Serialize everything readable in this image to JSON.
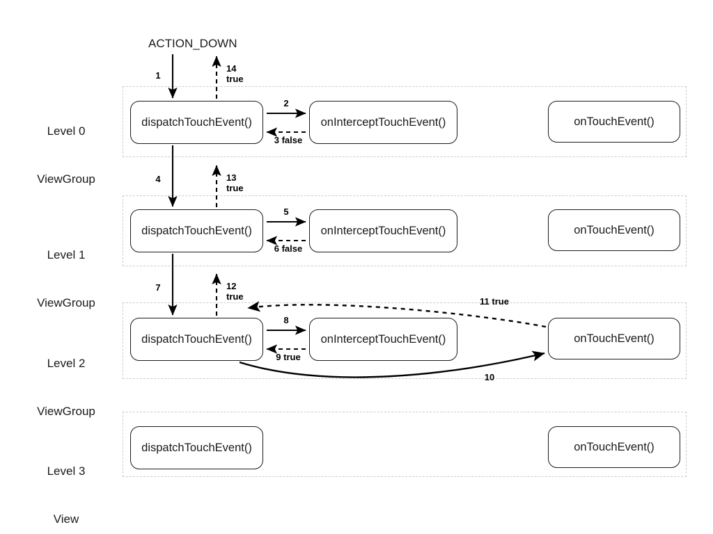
{
  "diagram": {
    "title_caption": "ACTION_DOWN",
    "background": "#ffffff",
    "stroke_color": "#1a1a1a",
    "band_color": "#cccccc",
    "levels": [
      {
        "id": "level-0",
        "label_line1": "Level 0",
        "label_line2": "ViewGroup",
        "nodes": [
          {
            "id": "l0-dispatch",
            "label": "dispatchTouchEvent()"
          },
          {
            "id": "l0-intercept",
            "label": "onInterceptTouchEvent()"
          },
          {
            "id": "l0-ontouch",
            "label": "onTouchEvent()"
          }
        ]
      },
      {
        "id": "level-1",
        "label_line1": "Level 1",
        "label_line2": "ViewGroup",
        "nodes": [
          {
            "id": "l1-dispatch",
            "label": "dispatchTouchEvent()"
          },
          {
            "id": "l1-intercept",
            "label": "onInterceptTouchEvent()"
          },
          {
            "id": "l1-ontouch",
            "label": "onTouchEvent()"
          }
        ]
      },
      {
        "id": "level-2",
        "label_line1": "Level 2",
        "label_line2": "ViewGroup",
        "nodes": [
          {
            "id": "l2-dispatch",
            "label": "dispatchTouchEvent()"
          },
          {
            "id": "l2-intercept",
            "label": "onInterceptTouchEvent()"
          },
          {
            "id": "l2-ontouch",
            "label": "onTouchEvent()"
          }
        ]
      },
      {
        "id": "level-3",
        "label_line1": "Level 3",
        "label_line2": "View",
        "nodes": [
          {
            "id": "l3-dispatch",
            "label": "dispatchTouchEvent()"
          },
          {
            "id": "l3-ontouch",
            "label": "onTouchEvent()"
          }
        ]
      }
    ],
    "edges": [
      {
        "id": "edge-1",
        "number": "1",
        "result": "",
        "style": "solid",
        "label": "1"
      },
      {
        "id": "edge-2",
        "number": "2",
        "result": "",
        "style": "solid",
        "label": "2"
      },
      {
        "id": "edge-3",
        "number": "3",
        "result": "false",
        "style": "dashed",
        "label": "3 false"
      },
      {
        "id": "edge-4",
        "number": "4",
        "result": "",
        "style": "solid",
        "label": "4"
      },
      {
        "id": "edge-5",
        "number": "5",
        "result": "",
        "style": "solid",
        "label": "5"
      },
      {
        "id": "edge-6",
        "number": "6",
        "result": "false",
        "style": "dashed",
        "label": "6 false"
      },
      {
        "id": "edge-7",
        "number": "7",
        "result": "",
        "style": "solid",
        "label": "7"
      },
      {
        "id": "edge-8",
        "number": "8",
        "result": "",
        "style": "solid",
        "label": "8"
      },
      {
        "id": "edge-9",
        "number": "9",
        "result": "true",
        "style": "dashed",
        "label": "9 true"
      },
      {
        "id": "edge-10",
        "number": "10",
        "result": "",
        "style": "solid",
        "label": "10"
      },
      {
        "id": "edge-11",
        "number": "11",
        "result": "true",
        "style": "dashed",
        "label": "11 true"
      },
      {
        "id": "edge-12",
        "number": "12",
        "result": "true",
        "style": "dashed",
        "label": "12\ntrue"
      },
      {
        "id": "edge-13",
        "number": "13",
        "result": "true",
        "style": "dashed",
        "label": "13\ntrue"
      },
      {
        "id": "edge-14",
        "number": "14",
        "result": "true",
        "style": "dashed",
        "label": "14\ntrue"
      }
    ]
  }
}
